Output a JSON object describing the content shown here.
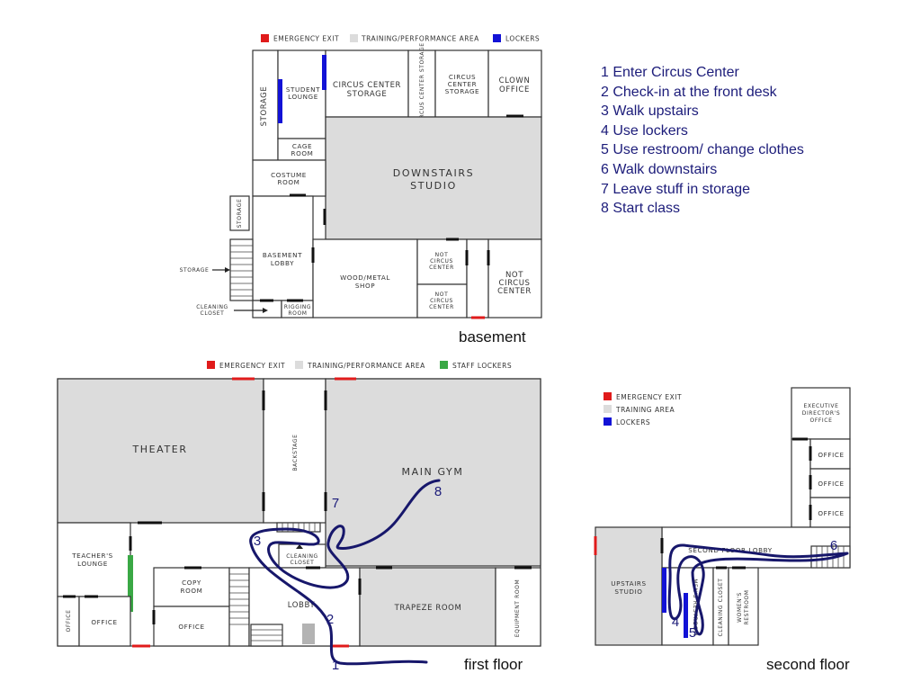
{
  "steps": [
    "1 Enter Circus Center",
    "2 Check-in at the front desk",
    "3 Walk upstairs",
    "4 Use lockers",
    "5 Use restroom/ change clothes",
    "6 Walk downstairs",
    "7 Leave stuff in storage",
    "8 Start class"
  ],
  "colors": {
    "emergency_exit": "#e01b1b",
    "training_area": "#dcdcdc",
    "lockers": "#1212d6",
    "staff_lockers": "#3aa845",
    "route": "#17176b"
  },
  "basement": {
    "caption": "basement",
    "legend": {
      "exit": "EMERGENCY EXIT",
      "training": "TRAINING/PERFORMANCE AREA",
      "lockers": "LOCKERS"
    },
    "rooms": {
      "storage": "STORAGE",
      "student_lounge_1": "STUDENT",
      "student_lounge_2": "LOUNGE",
      "cc_storage_big_1": "CIRCUS CENTER",
      "cc_storage_big_2": "STORAGE",
      "cc_storage_narrow": "CIRCUS CENTER STORAGE",
      "cc_storage_small_1": "CIRCUS",
      "cc_storage_small_2": "CENTER",
      "cc_storage_small_3": "STORAGE",
      "clown_1": "CLOWN",
      "clown_2": "OFFICE",
      "cage_1": "CAGE",
      "cage_2": "ROOM",
      "costume_1": "COSTUME",
      "costume_2": "ROOM",
      "studio_1": "DOWNSTAIRS",
      "studio_2": "STUDIO",
      "small_storage": "STORAGE",
      "lobby_1": "BASEMENT",
      "lobby_2": "LOBBY",
      "shop_1": "WOOD/METAL",
      "shop_2": "SHOP",
      "ncc1_1": "NOT",
      "ncc1_2": "CIRCUS",
      "ncc1_3": "CENTER",
      "ncc2_1": "NOT",
      "ncc2_2": "CIRCUS",
      "ncc2_3": "CENTER",
      "ncc3_1": "NOT",
      "ncc3_2": "CIRCUS",
      "ncc3_3": "CENTER",
      "rigging_1": "RIGGING",
      "rigging_2": "ROOM"
    },
    "annotations": {
      "storage": "STORAGE",
      "closet_1": "CLEANING",
      "closet_2": "CLOSET"
    }
  },
  "first_floor": {
    "caption": "first floor",
    "legend": {
      "exit": "EMERGENCY EXIT",
      "training": "TRAINING/PERFORMANCE AREA",
      "lockers": "STAFF LOCKERS"
    },
    "rooms": {
      "theater": "THEATER",
      "backstage": "BACKSTAGE",
      "main_gym": "MAIN GYM",
      "teachers_1": "TEACHER'S",
      "teachers_2": "LOUNGE",
      "office_vert": "OFFICE",
      "office_small": "OFFICE",
      "copy_1": "COPY",
      "copy_2": "ROOM",
      "office_main": "OFFICE",
      "closet_1": "CLEANING",
      "closet_2": "CLOSET",
      "lobby": "LOBBY",
      "trapeze": "TRAPEZE ROOM",
      "equipment": "EQUIPMENT ROOM"
    }
  },
  "second_floor": {
    "caption": "second floor",
    "legend": {
      "exit": "EMERGENCY EXIT",
      "training": "TRAINING AREA",
      "lockers": "LOCKERS"
    },
    "rooms": {
      "exec_1": "EXECUTIVE",
      "exec_2": "DIRECTOR'S",
      "exec_3": "OFFICE",
      "office_1": "OFFICE",
      "office_2": "OFFICE",
      "office_3": "OFFICE",
      "lobby": "SECOND FLOOR LOBBY",
      "studio_1": "UPSTAIRS",
      "studio_2": "STUDIO",
      "mens": "MEN'S RESTROOM",
      "cleaning": "CLEANING CLOSET",
      "womens_1": "WOMEN'S",
      "womens_2": "RESTROOM"
    }
  },
  "route_labels": {
    "first_floor": {
      "s1": "1",
      "s2": "2",
      "s3": "3",
      "s7": "7",
      "s8": "8"
    },
    "second_floor": {
      "s4": "4",
      "s5": "5",
      "s6": "6"
    }
  }
}
